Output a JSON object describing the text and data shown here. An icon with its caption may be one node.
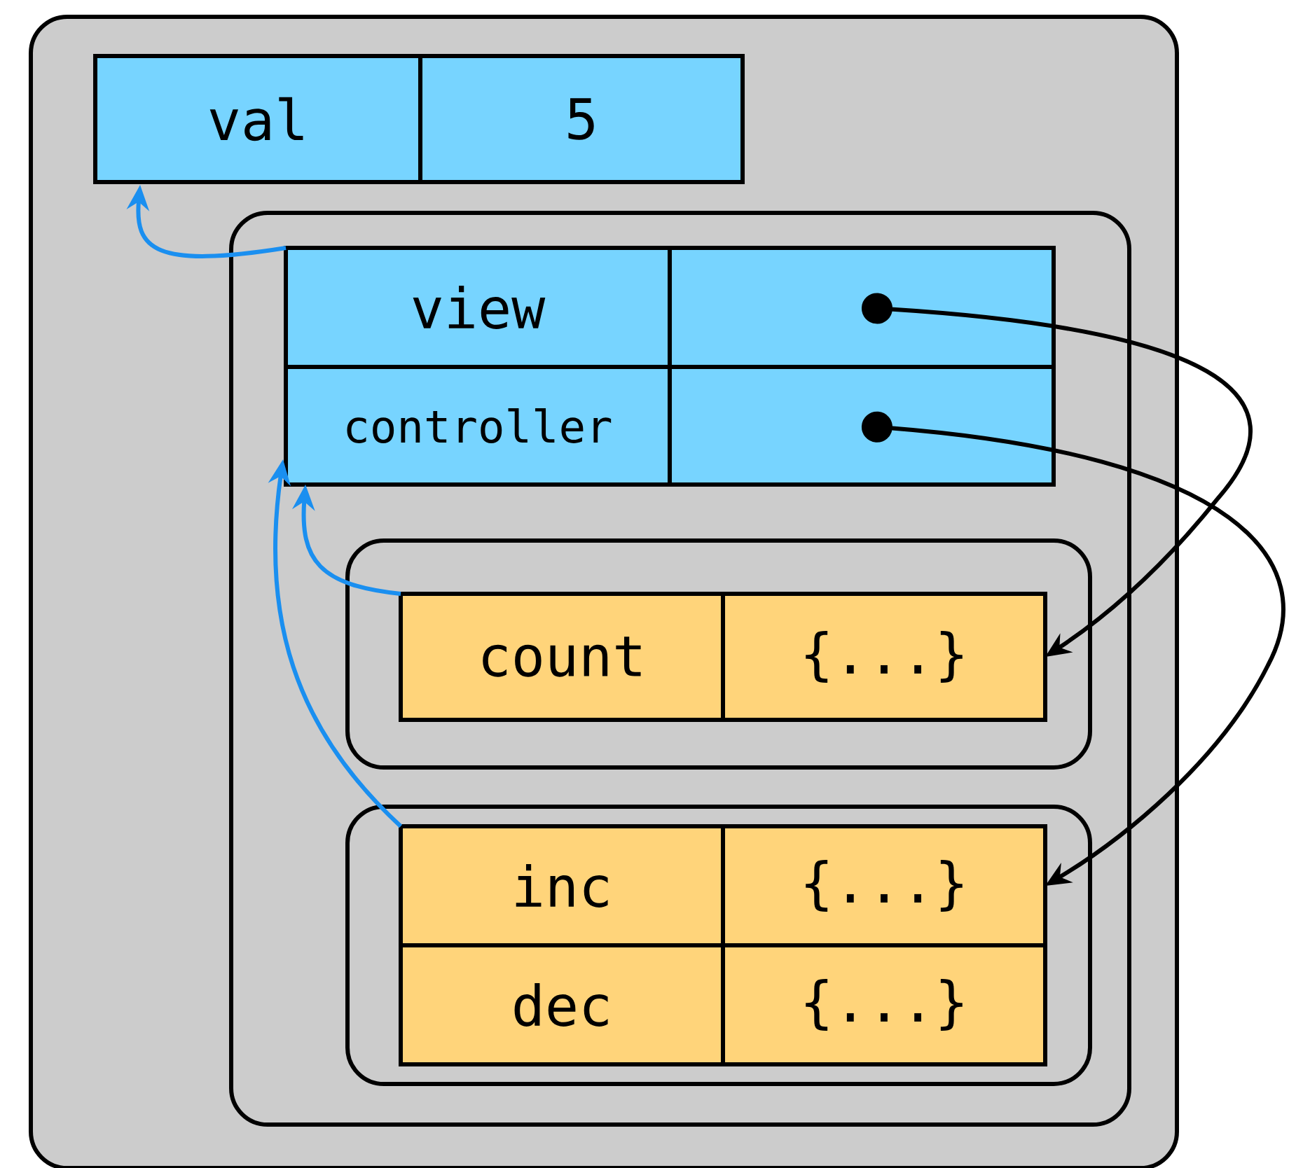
{
  "diagram": {
    "nodes": [
      {
        "text": [],
        "shape": "box"
      },
      {
        "text": [
          "val"
        ],
        "in": 0
      },
      {
        "text": [
          "5"
        ],
        "in": 0
      },
      {
        "text": [],
        "shape": "box",
        "in": 0
      },
      {
        "text": [
          "view"
        ],
        "in": 3
      },
      {
        "text": [],
        "shape": "box",
        "in": 3
      },
      {
        "text": [
          "controller"
        ],
        "in": 3
      },
      {
        "text": [],
        "shape": "box",
        "in": 3
      },
      {
        "text": [],
        "shape": "box",
        "in": 3
      },
      {
        "text": [
          "count"
        ],
        "in": 8
      },
      {
        "text": [
          "{...}"
        ],
        "in": 8
      },
      {
        "text": [],
        "shape": "box",
        "in": 3
      },
      {
        "text": [
          "inc"
        ],
        "in": 11
      },
      {
        "text": [
          "{...}"
        ],
        "in": 11
      },
      {
        "text": [
          "dec"
        ],
        "in": 11
      },
      {
        "text": [
          "{...}"
        ],
        "in": 11
      }
    ],
    "edges": [
      {
        "from": 4,
        "to": 1,
        "arrow": "to"
      },
      {
        "from": 9,
        "to": 6,
        "arrow": "to"
      },
      {
        "from": 12,
        "to": 6,
        "arrow": "to"
      },
      {
        "from": 5,
        "to": 10,
        "arrow": "to",
        "color": "#000000"
      },
      {
        "from": 7,
        "to": 13,
        "arrow": "to",
        "color": "#000000"
      }
    ]
  }
}
